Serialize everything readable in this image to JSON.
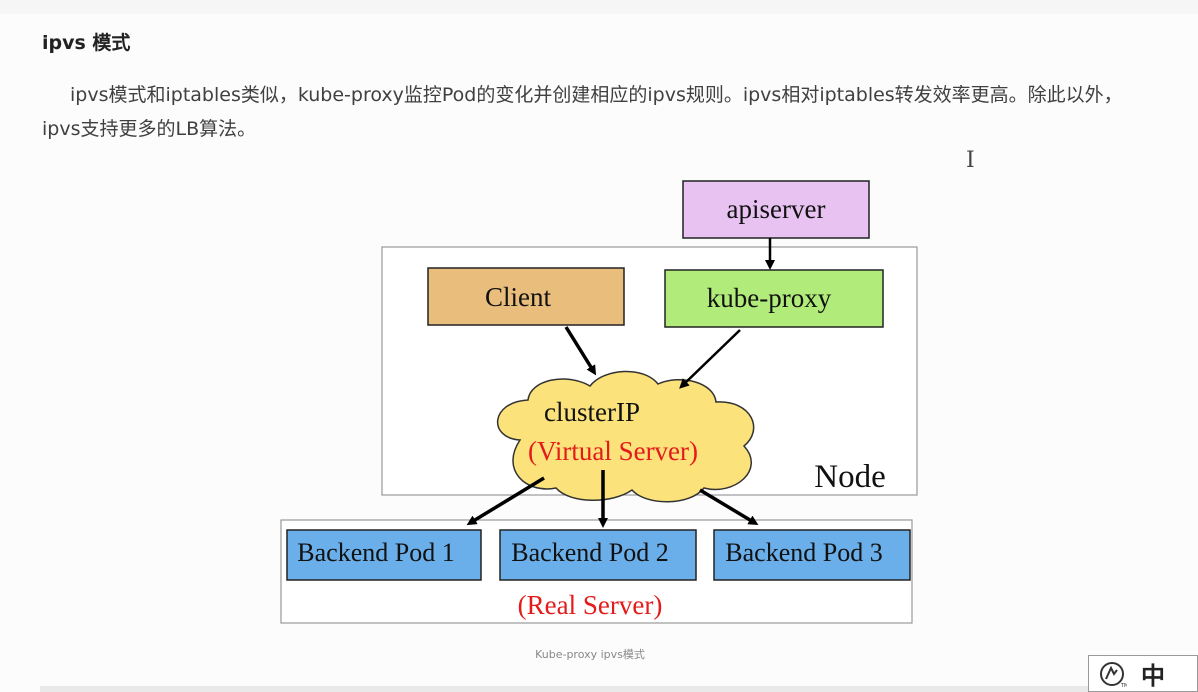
{
  "heading": "ipvs 模式",
  "paragraph": "ipvs模式和iptables类似，kube-proxy监控Pod的变化并创建相应的ipvs规则。ipvs相对iptables转发效率更高。除此以外，ipvs支持更多的LB算法。",
  "diagram": {
    "apiserver": "apiserver",
    "client": "Client",
    "kube_proxy": "kube-proxy",
    "cluster_ip": "clusterIP",
    "virtual_server": "(Virtual Server)",
    "node": "Node",
    "backend_1": "Backend Pod 1",
    "backend_2": "Backend Pod 2",
    "backend_3": "Backend Pod 3",
    "real_server": "(Real Server)",
    "colors": {
      "apiserver": "#e8c3f2",
      "client": "#e9be7c",
      "kube_proxy": "#b1ec7a",
      "cloud": "#fbe27a",
      "pod": "#6aaeea",
      "red_text": "#e31b1b"
    }
  },
  "caption": "Kube-proxy ipvs模式",
  "ime": {
    "language": "中",
    "icon": "ime-logo-icon"
  }
}
